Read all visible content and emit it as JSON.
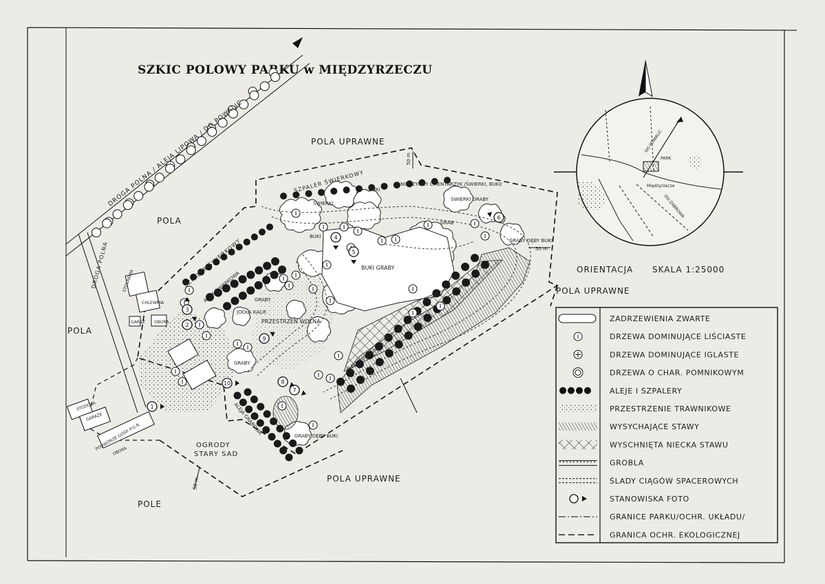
{
  "title": "SZKIC POLOWY PARKU w MIĘDZYRZECZU",
  "roads": {
    "droga_polna_top": "DROGA POLNA / ALEJA LIPOWA / DO POWALIC",
    "droga_polna_left": "DROGA POLNA"
  },
  "area_labels": {
    "pola_uprawne_top": "POLA UPRAWNE",
    "pola_uprawne_right": "POLA UPRAWNE",
    "pola_uprawne_bottom": "POLA UPRAWNE",
    "pola_mid": "POLA",
    "pola_left": "POLA",
    "pole_bottom": "POLE",
    "ogrody": "OGRODY",
    "stary_sad": "STARY SAD"
  },
  "park_labels": {
    "szpaler_top": "SZPALER ŚWIERKOWY",
    "szpaler_left": "SZPALER ŚWIERKOWY",
    "aleja_sw": "ALEJA ŚWIERKOWA",
    "aleja_grabowa": "ALEJA GRABOWA",
    "aleja_bukowa": "ALEJA BUKOWA",
    "cmentarz": "NIECZYNNY CMENTARZYK /ŚWIERKI, BUKI/",
    "buki": "BUKI",
    "swierki": "ŚWIERKI",
    "swierki_graby": "ŚWIERKI GRABY",
    "buki_graby": "BUKI GRABY",
    "graby": "GRABY",
    "graby_deby": "GRABY DĘBY BUKI",
    "przestrzen": "PRZESTRZEŃ WOLNA",
    "jodla": "JODŁA KALIF.",
    "grab": "GRAB",
    "stolarnia": "STOLARNIA",
    "chlewnia": "CHLEWNIA",
    "garaz": "GARAŻ",
    "obora_small": "OBORA",
    "stodola": "STODOŁA",
    "garaze": "GARAŻE",
    "podworze": "PODWÓRZE GOSP. P.G.R.",
    "obora": "OBORA",
    "dist_50": "50 m"
  },
  "photo_stations": [
    "1",
    "2",
    "3",
    "4",
    "5",
    "6",
    "7",
    "8",
    "9",
    "10"
  ],
  "inset": {
    "orientation": "ORIENTACJA",
    "scale": "SKALA 1:25000",
    "park": "PARK",
    "town": "Międzyrzecze",
    "to_powalic": "DO POWALIC",
    "to_zabrowa": "DO ZABROWA"
  },
  "legend": [
    {
      "id": "dense",
      "label": "ZADRZEWIENIA ZWARTE"
    },
    {
      "id": "dec",
      "label": "DRZEWA DOMINUJĄCE LIŚCIASTE"
    },
    {
      "id": "con",
      "label": "DRZEWA DOMINUJĄCE IGLASTE"
    },
    {
      "id": "mon",
      "label": "DRZEWA O CHAR. POMNIKOWYM"
    },
    {
      "id": "alley",
      "label": "ALEJE I SZPALERY"
    },
    {
      "id": "lawn",
      "label": "PRZESTRZENIE TRAWNIKOWE"
    },
    {
      "id": "pond",
      "label": "WYSYCHAJĄCE STAWY"
    },
    {
      "id": "basin",
      "label": "WYSCHNIĘTA NIECKA STAWU"
    },
    {
      "id": "dyke",
      "label": "GROBLA"
    },
    {
      "id": "paths",
      "label": "ŚLADY CIĄGÓW SPACEROWYCH"
    },
    {
      "id": "photo",
      "label": "STANOWISKA FOTO"
    },
    {
      "id": "bound",
      "label": "GRANICE PARKU/OCHR. UKŁADU/"
    },
    {
      "id": "eco",
      "label": "GRANICA OCHR. EKOLOGICZNEJ"
    }
  ]
}
